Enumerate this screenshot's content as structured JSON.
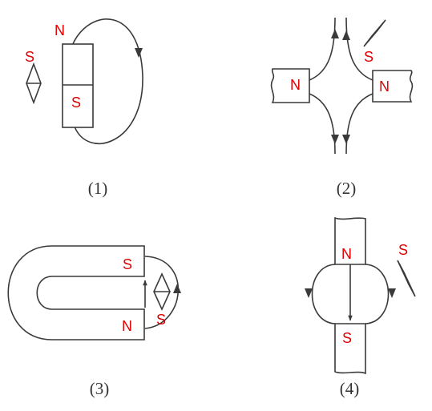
{
  "colors": {
    "pole_label": "#e00000",
    "line": "#3a3a3a",
    "caption": "#333333"
  },
  "figures": [
    {
      "caption": "(1)",
      "magnet_labels": [
        "N",
        "S"
      ],
      "needle_label": "S"
    },
    {
      "caption": "(2)",
      "magnet_labels": [
        "N",
        "N"
      ],
      "needle_label": "S"
    },
    {
      "caption": "(3)",
      "magnet_labels": [
        "S",
        "N"
      ],
      "needle_label": "S"
    },
    {
      "caption": "(4)",
      "magnet_labels": [
        "N",
        "S"
      ],
      "needle_label": "S"
    }
  ]
}
